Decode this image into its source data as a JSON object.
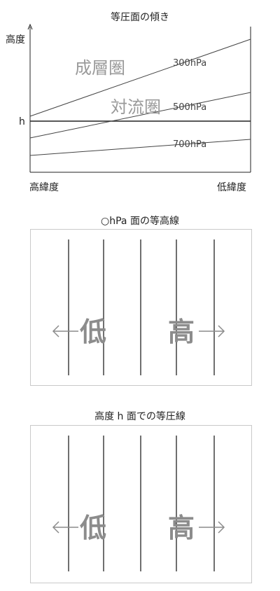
{
  "top_chart": {
    "title": "等圧面の傾き",
    "y_label": "高度",
    "x_left": "高緯度",
    "x_right": "低緯度",
    "h_label": "h",
    "layers": {
      "upper": "成層圏",
      "lower": "対流圏"
    },
    "isobars": [
      "300hPa",
      "500hPa",
      "700hPa"
    ]
  },
  "panel1": {
    "title": "○hPa 面の等高線",
    "low_label": "低",
    "high_label": "高"
  },
  "panel2": {
    "title": "高度 h 面での等圧線",
    "low_label": "低",
    "high_label": "高"
  },
  "colors": {
    "line": "#222222",
    "gray": "#8c8c8c",
    "border": "#c9c9c9"
  }
}
